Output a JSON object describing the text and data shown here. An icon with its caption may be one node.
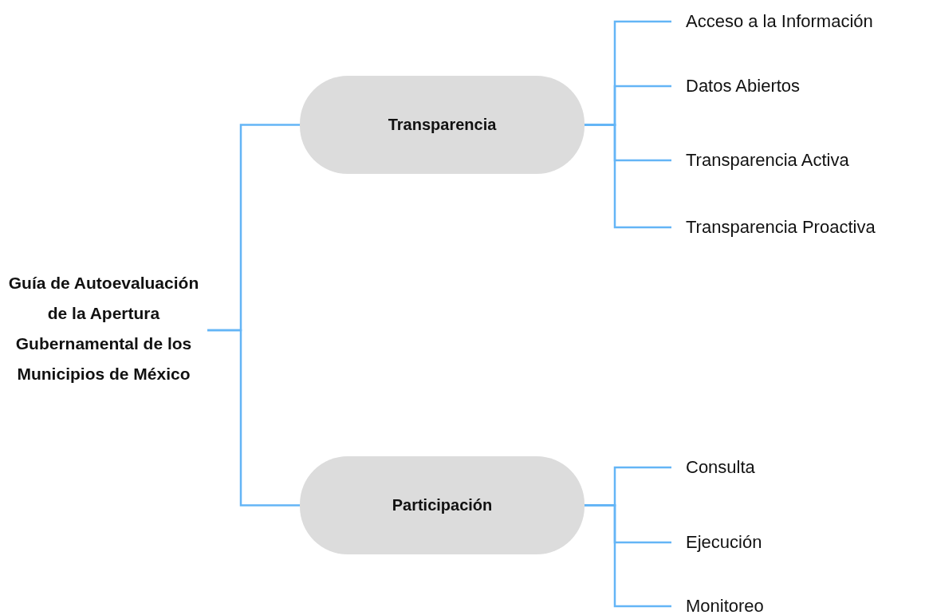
{
  "diagram": {
    "nodes": [
      {
        "text": [
          "Guía de Autoevaluación de la Apertura Gubernamental de los Municipios de México"
        ]
      },
      {
        "text": [
          "Transparencia"
        ]
      },
      {
        "text": [
          "Acceso a la Información"
        ]
      },
      {
        "text": [
          "Datos Abiertos"
        ]
      },
      {
        "text": [
          "Transparencia Activa"
        ]
      },
      {
        "text": [
          "Transparencia Proactiva"
        ]
      },
      {
        "text": [
          "Participación"
        ]
      },
      {
        "text": [
          "Consulta"
        ]
      },
      {
        "text": [
          "Ejecución"
        ]
      },
      {
        "text": [
          "Monitoreo"
        ]
      }
    ],
    "edges": [
      {
        "from": 0,
        "to": 1,
        "arrow": "none"
      },
      {
        "from": 0,
        "to": 6,
        "arrow": "none"
      },
      {
        "from": 1,
        "to": 2,
        "arrow": "none"
      },
      {
        "from": 1,
        "to": 3,
        "arrow": "none"
      },
      {
        "from": 1,
        "to": 4,
        "arrow": "none"
      },
      {
        "from": 1,
        "to": 5,
        "arrow": "none"
      },
      {
        "from": 6,
        "to": 7,
        "arrow": "none"
      },
      {
        "from": 6,
        "to": 8,
        "arrow": "none"
      },
      {
        "from": 6,
        "to": 9,
        "arrow": "none"
      }
    ]
  }
}
